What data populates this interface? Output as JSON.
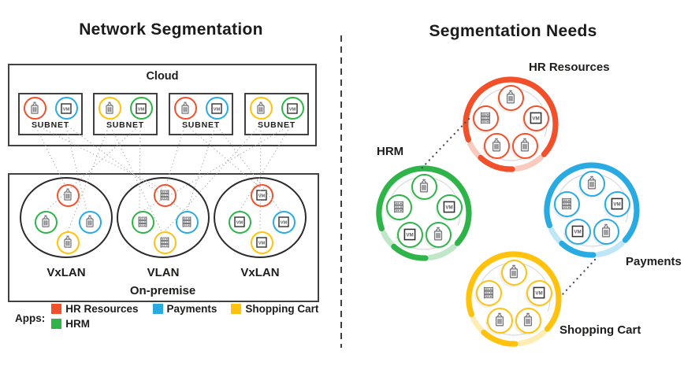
{
  "left": {
    "title": "Network Segmentation",
    "cloud": {
      "label": "Cloud",
      "subnets": [
        {
          "label": "SUBNET",
          "icons": [
            {
              "type": "container",
              "color": "red"
            },
            {
              "type": "vm",
              "color": "blue"
            }
          ]
        },
        {
          "label": "SUBNET",
          "icons": [
            {
              "type": "container",
              "color": "yellow"
            },
            {
              "type": "vm",
              "color": "green"
            }
          ]
        },
        {
          "label": "SUBNET",
          "icons": [
            {
              "type": "container",
              "color": "red"
            },
            {
              "type": "vm",
              "color": "blue"
            }
          ]
        },
        {
          "label": "SUBNET",
          "icons": [
            {
              "type": "container",
              "color": "yellow"
            },
            {
              "type": "vm",
              "color": "green"
            }
          ]
        }
      ]
    },
    "onprem": {
      "label": "On-premise",
      "networks": [
        {
          "label": "VxLAN",
          "icon_type": "container",
          "apps": [
            {
              "slot": "top",
              "color": "red"
            },
            {
              "slot": "left",
              "color": "green"
            },
            {
              "slot": "right",
              "color": "blue"
            },
            {
              "slot": "bottom",
              "color": "yellow"
            }
          ]
        },
        {
          "label": "VLAN",
          "icon_type": "server",
          "apps": [
            {
              "slot": "top",
              "color": "red"
            },
            {
              "slot": "left",
              "color": "green"
            },
            {
              "slot": "right",
              "color": "blue"
            },
            {
              "slot": "bottom",
              "color": "yellow"
            }
          ]
        },
        {
          "label": "VxLAN",
          "icon_type": "vm",
          "apps": [
            {
              "slot": "top",
              "color": "red"
            },
            {
              "slot": "left",
              "color": "green"
            },
            {
              "slot": "right",
              "color": "blue"
            },
            {
              "slot": "bottom",
              "color": "yellow"
            }
          ]
        }
      ]
    },
    "legend": {
      "label": "Apps:",
      "items": [
        {
          "label": "HR Resources",
          "color_key": "red"
        },
        {
          "label": "Payments",
          "color_key": "blue"
        },
        {
          "label": "Shopping Cart",
          "color_key": "yellow"
        },
        {
          "label": "HRM",
          "color_key": "green"
        }
      ]
    }
  },
  "right": {
    "title": "Segmentation Needs",
    "groups": [
      {
        "label": "HR Resources",
        "color_key": "red",
        "icons": [
          "container",
          "server",
          "vm",
          "container",
          "container"
        ]
      },
      {
        "label": "HRM",
        "color_key": "green",
        "icons": [
          "container",
          "server",
          "vm",
          "vm",
          "container"
        ]
      },
      {
        "label": "Payments",
        "color_key": "blue",
        "icons": [
          "container",
          "server",
          "vm",
          "vm",
          "container"
        ]
      },
      {
        "label": "Shopping Cart",
        "color_key": "yellow",
        "icons": [
          "container",
          "server",
          "vm",
          "container",
          "container"
        ]
      }
    ]
  },
  "icons": {
    "vm_label": "VM"
  },
  "colors": {
    "red": "#F1502B",
    "blue": "#29ABE2",
    "yellow": "#FFC20E",
    "green": "#2FB44A",
    "icon_gray": "#77787B",
    "border_dark": "#414042",
    "text_dark": "#1D1D1B",
    "line_light": "#B0B0B0",
    "line_dark": "#4D4D4D"
  }
}
